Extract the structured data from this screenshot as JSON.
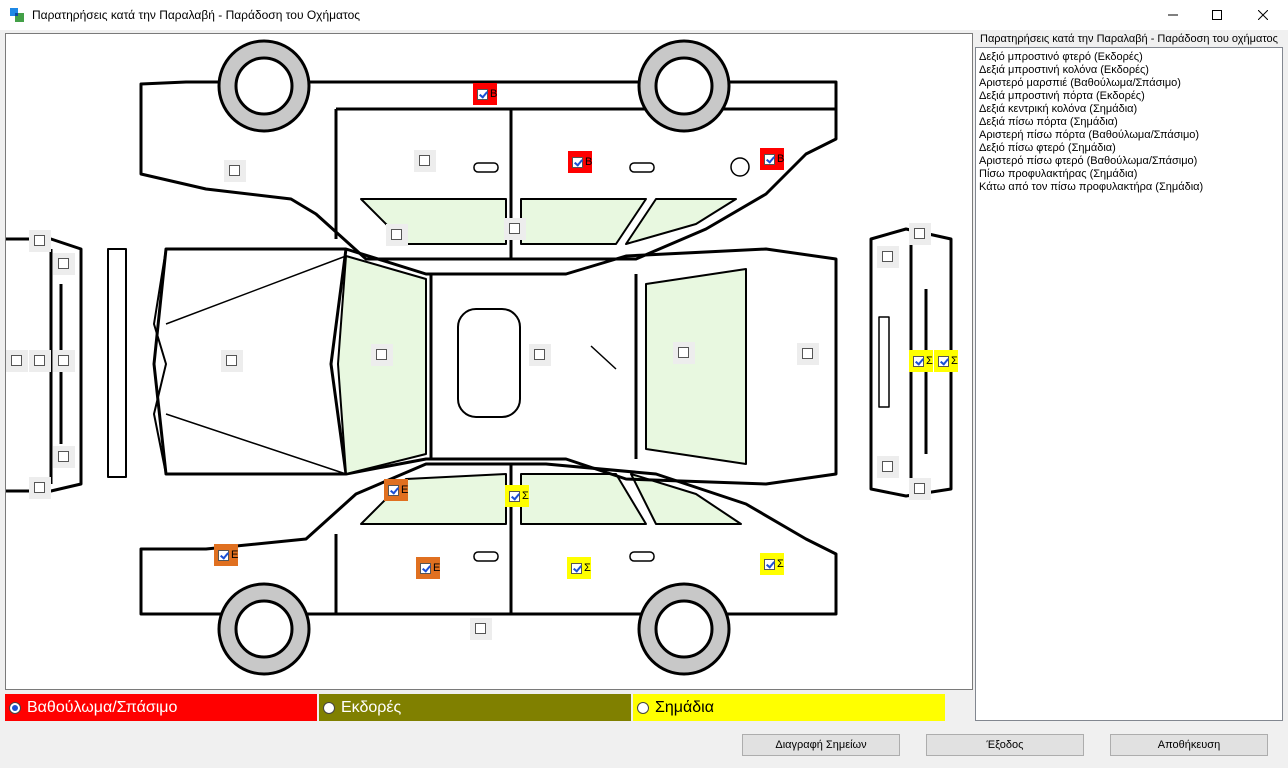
{
  "window": {
    "title": "Παρατηρήσεις κατά την Παραλαβή - Παράδοση του Οχήματος"
  },
  "panel": {
    "header": "Παρατηρήσεις κατά την Παραλαβή - Παράδοση του οχήματος",
    "items": [
      "Δεξιό μπροστινό φτερό (Εκδορές)",
      "Δεξιά μπροστινή κολόνα (Εκδορές)",
      "Αριστερό μαρσπιέ (Βαθούλωμα/Σπάσιμο)",
      "Δεξιά μπροστινή πόρτα (Εκδορές)",
      "Δεξιά κεντρική κολόνα (Σημάδια)",
      "Δεξιά πίσω πόρτα (Σημάδια)",
      "Αριστερή πίσω πόρτα (Βαθούλωμα/Σπάσιμο)",
      "Δεξιό πίσω φτερό (Σημάδια)",
      "Αριστερό πίσω φτερό (Βαθούλωμα/Σπάσιμο)",
      "Πίσω προφυλακτήρας (Σημάδια)",
      "Κάτω από τον πίσω προφυλακτήρα (Σημάδια)"
    ]
  },
  "legend": [
    {
      "label": "Βαθούλωμα/Σπάσιμο",
      "color": "#ff0000",
      "selected": true
    },
    {
      "label": "Εκδορές",
      "color": "#808000",
      "selected": false
    },
    {
      "label": "Σημάδια",
      "color": "#ffff00",
      "selected": false
    }
  ],
  "marks": {
    "B": "B",
    "E": "E",
    "S": "Σ"
  },
  "colors": {
    "B": "#ff0000",
    "E": "#e07020",
    "S": "#ffff00"
  },
  "buttons": {
    "delete": "Διαγραφή Σημείων",
    "exit": "Έξοδος",
    "save": "Αποθήκευση"
  }
}
